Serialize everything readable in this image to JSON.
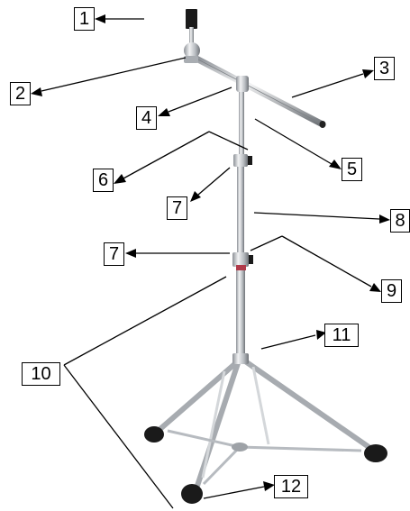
{
  "labels": [
    "1",
    "2",
    "3",
    "4",
    "5",
    "6",
    "7",
    "7",
    "8",
    "9",
    "10",
    "11",
    "12"
  ],
  "colors": {
    "leader": "#000000",
    "metal": "#c9ccd0",
    "dark": "#1a1a1a",
    "accent": "#b03a4a"
  }
}
